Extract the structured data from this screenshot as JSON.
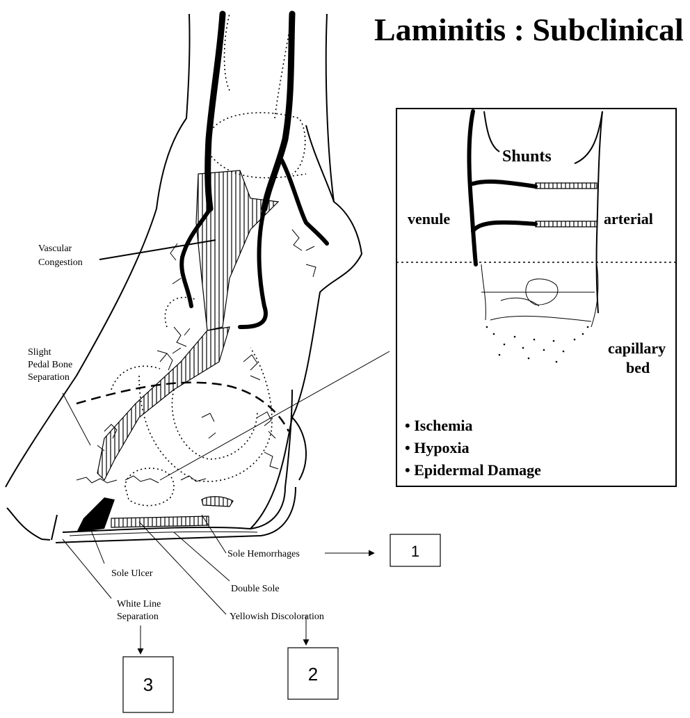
{
  "title": "Laminitis : Subclinical",
  "labels": {
    "vascular_congestion": [
      "Vascular",
      "Congestion"
    ],
    "pedal_bone": [
      "Slight",
      "Pedal Bone",
      "Separation"
    ],
    "sole_hemorrhages": "Sole Hemorrhages",
    "sole_ulcer": "Sole Ulcer",
    "double_sole": "Double Sole",
    "white_line": [
      "White Line",
      "Separation"
    ],
    "yellowish": "Yellowish Discoloration"
  },
  "inset": {
    "shunts": "Shunts",
    "venule": "venule",
    "arterial": "arterial",
    "capillary_bed": [
      "capillary",
      "bed"
    ],
    "bullets": [
      "• Ischemia",
      "• Hypoxia",
      "• Epidermal Damage"
    ]
  },
  "callouts": [
    "1",
    "2",
    "3"
  ]
}
